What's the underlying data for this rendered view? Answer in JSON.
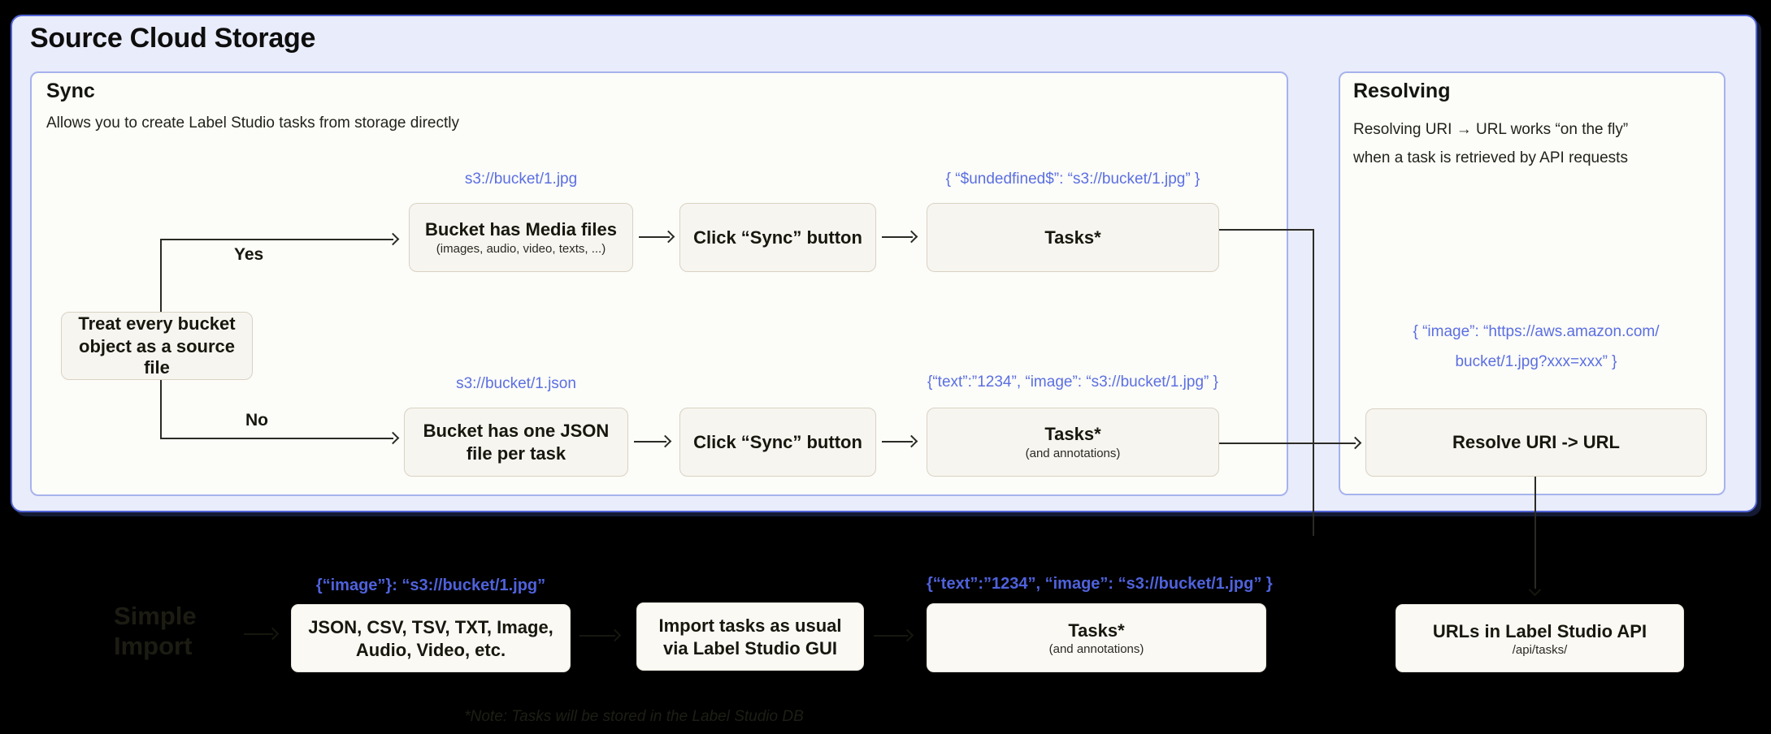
{
  "page": {
    "title": "Source Cloud Storage"
  },
  "colors": {
    "page_bg": "#000000",
    "outer_fill": "#e9ecfa",
    "outer_border": "#5063d5",
    "panel_fill": "#fcfcf8",
    "panel_border": "#a7b3ed",
    "node_fill": "#f7f5f0",
    "node_border": "#d9d2c3",
    "bottom_box_fill": "#faf9f4",
    "blue": "#5b6fe2",
    "blue_bottom": "#4f62dc",
    "line": "#2b2b26",
    "faint": "#17170f"
  },
  "sync_panel": {
    "heading": "Sync",
    "subtitle": "Allows you to create Label Studio tasks from storage directly",
    "decision_box": {
      "line1": "Treat every bucket",
      "line2": "object as a source file"
    },
    "yes_label": "Yes",
    "no_label": "No",
    "media_row": {
      "uri_label": "s3://bucket/1.jpg",
      "bucket_box": {
        "title": "Bucket has Media files",
        "subtitle": "(images, audio, video, texts, ...)"
      },
      "sync_button_box": "Click “Sync” button",
      "tasks_json_label": "{ “$undedfined$”: “s3://bucket/1.jpg” }",
      "tasks_box": {
        "title": "Tasks*"
      }
    },
    "json_row": {
      "uri_label": "s3://bucket/1.json",
      "bucket_box": {
        "line1": "Bucket has one JSON",
        "line2": "file per task"
      },
      "sync_button_box": "Click “Sync” button",
      "tasks_json_label": "{“text”:”1234”,  “image”: “s3://bucket/1.jpg” }",
      "tasks_box": {
        "title": "Tasks*",
        "subtitle": "(and annotations)"
      }
    }
  },
  "resolving_panel": {
    "heading": "Resolving",
    "description_line1": "Resolving URI → URL works “on the fly”",
    "description_line2": "when a task is retrieved by API requests",
    "resolved_json_line1": "{ “image”: “https://aws.amazon.com/",
    "resolved_json_line2": "bucket/1.jpg?xxx=xxx” }",
    "resolve_box": "Resolve URI -> URL"
  },
  "import_section": {
    "heading_line1": "Simple",
    "heading_line2": "Import",
    "file_json_label": "{“image”}: “s3://bucket/1.jpg”",
    "files_box": {
      "line1": "JSON, CSV, TSV, TXT, Image,",
      "line2": "Audio, Video, etc."
    },
    "gui_box": {
      "line1": "Import tasks as usual",
      "line2": "via Label Studio GUI"
    },
    "tasks_json_label": "{“text”:”1234”,  “image”: “s3://bucket/1.jpg” }",
    "tasks_box": {
      "title": "Tasks*",
      "subtitle": "(and annotations)"
    },
    "api_box": {
      "title": "URLs in Label Studio API",
      "subtitle": "/api/tasks/"
    },
    "note": "*Note: Tasks will be stored in the Label Studio DB"
  }
}
